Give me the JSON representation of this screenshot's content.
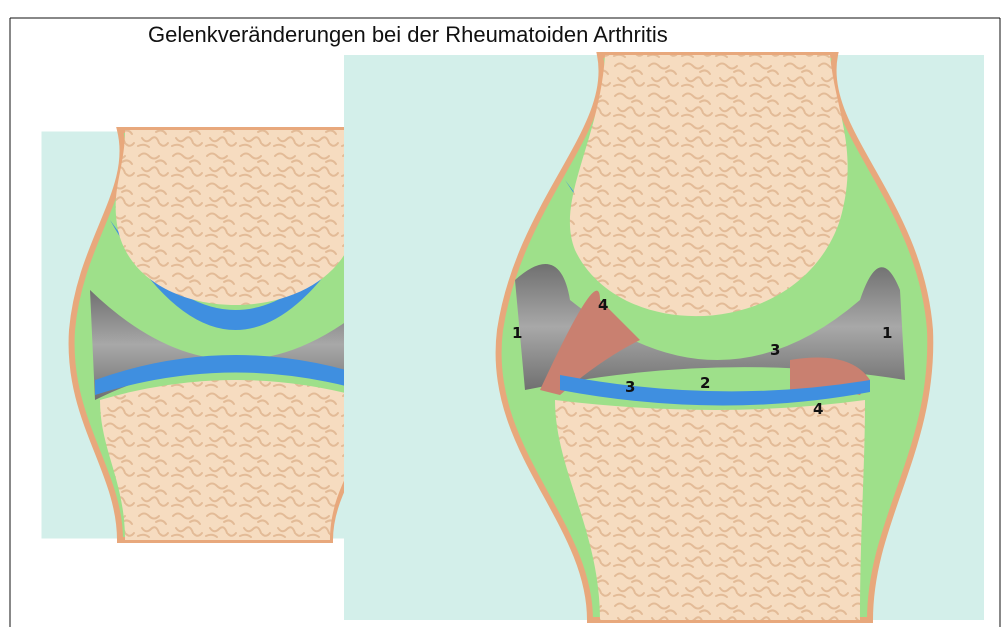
{
  "title": "Gelenkveränderungen bei der Rheumatoiden Arthritis",
  "labels": {
    "left_1": "1",
    "right_1": "1",
    "label_2": "2",
    "label_3_left": "3",
    "label_3_right": "3",
    "label_4_top": "4",
    "label_4_bottom": "4"
  },
  "colors": {
    "background_panel": "#d3efea",
    "bone": "#f6dcc0",
    "bone_outline": "#e8a87c",
    "cartilage": "#3f8fe0",
    "synovium": "#9ee08a",
    "joint_space": "#8c8c8c",
    "pannus": "#c98070"
  }
}
